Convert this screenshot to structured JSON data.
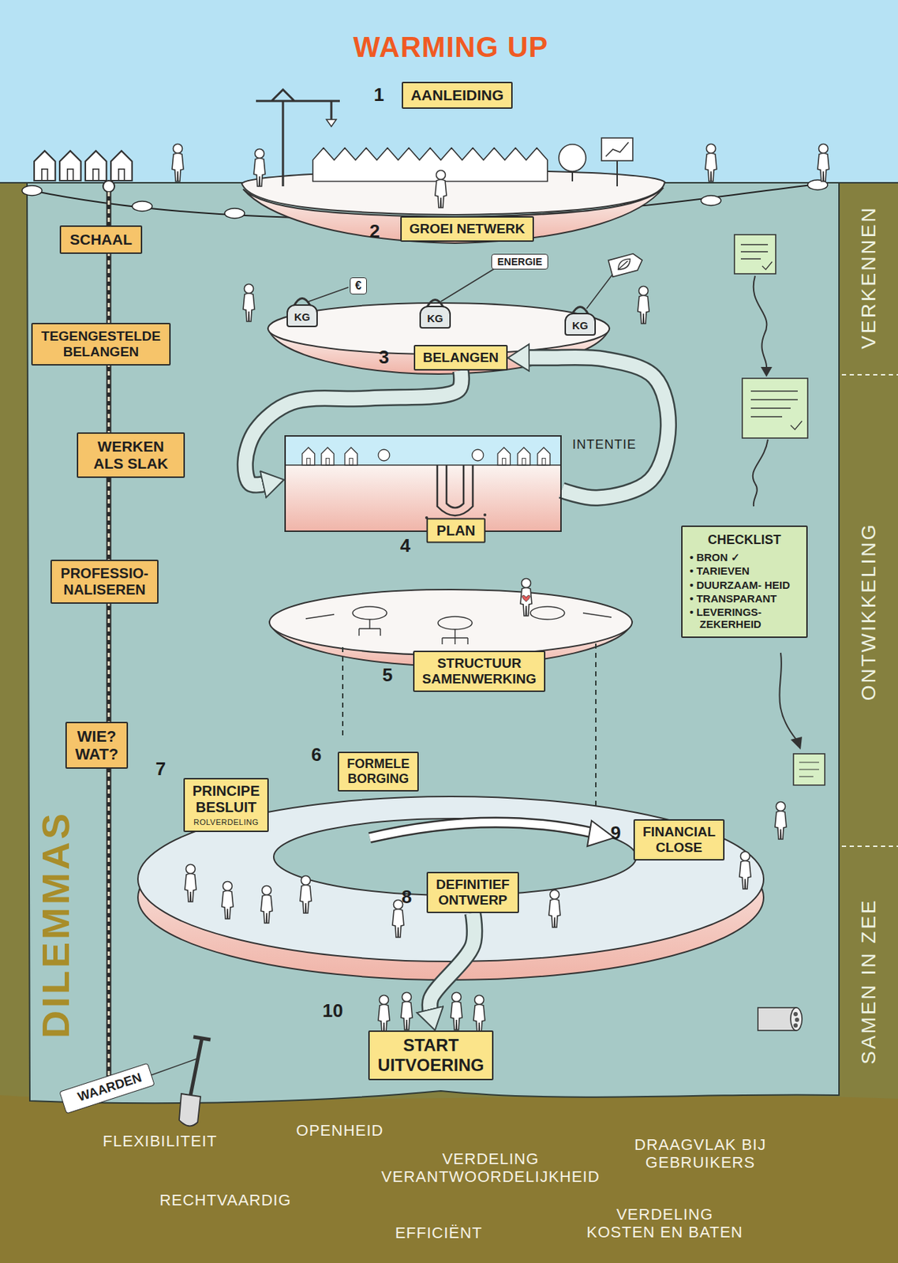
{
  "diagram": {
    "title": "WARMING UP",
    "nodes": [
      {
        "text": [
          "AANLEIDING"
        ]
      },
      {
        "text": [
          "GROEI NETWERK"
        ]
      },
      {
        "text": [
          "SCHAAL"
        ]
      },
      {
        "text": [
          "€"
        ]
      },
      {
        "text": [
          "ENERGIE"
        ]
      },
      {
        "text": [
          "KG"
        ]
      },
      {
        "text": [
          "KG"
        ]
      },
      {
        "text": [
          "KG"
        ]
      },
      {
        "text": [
          "TEGENGESTELDE BELANGEN"
        ]
      },
      {
        "text": [
          "BELANGEN"
        ]
      },
      {
        "text": [
          "WERKEN ALS SLAK"
        ]
      },
      {
        "text": [
          "PLAN"
        ]
      },
      {
        "text": [
          "CHECKLIST",
          "• BRON ✓",
          "• TARIEVEN",
          "• DUURZAAM- HEID",
          "• TRANSPARANT",
          "• LEVERINGS- ZEKERHEID"
        ]
      },
      {
        "text": [
          "PROFESSIO- NALISEREN"
        ]
      },
      {
        "text": [
          "STRUCTUUR SAMENWERKING"
        ]
      },
      {
        "text": [
          "WIE? WAT?"
        ]
      },
      {
        "text": [
          "FORMELE BORGING"
        ]
      },
      {
        "text": [
          "PRINCIPE BESLUIT",
          "ROLVERDELING"
        ]
      },
      {
        "text": [
          "FINANCIAL CLOSE"
        ]
      },
      {
        "text": [
          "DEFINITIEF ONTWERP"
        ]
      },
      {
        "text": [
          "START UITVOERING"
        ]
      },
      {
        "text": [
          "WAARDEN"
        ]
      }
    ],
    "edges": [
      {
        "from": 9,
        "to": 11,
        "arrow": "to"
      },
      {
        "from": 11,
        "to": 9,
        "arrow": "to"
      },
      {
        "from": 19,
        "to": 20,
        "arrow": "to"
      }
    ],
    "labels": [
      "1",
      "2",
      "3",
      "4",
      "5",
      "6",
      "7",
      "8",
      "9",
      "10",
      "INTENTIE",
      "DILEMMAS",
      "VERKENNEN",
      "ONTWIKKELING",
      "SAMEN IN ZEE",
      "FLEXIBILITEIT",
      "OPENHEID",
      "VERDELING VERANTWOORDELIJKHEID",
      "DRAAGVLAK BIJ GEBRUIKERS",
      "RECHTVAARDIG",
      "EFFICIËNT",
      "VERDELING KOSTEN EN BATEN"
    ]
  }
}
